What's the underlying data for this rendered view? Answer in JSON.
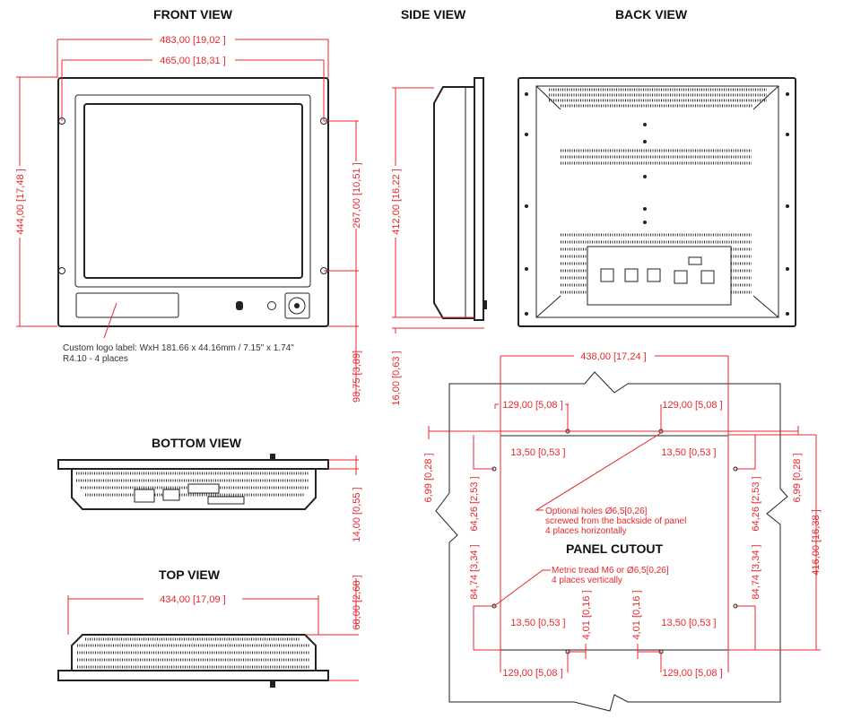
{
  "titles": {
    "front": "FRONT VIEW",
    "side": "SIDE VIEW",
    "back": "BACK VIEW",
    "bottom": "BOTTOM VIEW",
    "top": "TOP VIEW",
    "cutout": "PANEL CUTOUT"
  },
  "front": {
    "width_outer": "483,00 [19,02 ]",
    "width_holes": "465,00 [18,31 ]",
    "height": "444,00 [17,48 ]",
    "hole_spacing": "267,00 [10,51 ]",
    "hole_offset": "98,75 [3,89]",
    "note_line1": "Custom logo label: WxH 181.66 x 44.16mm / 7.15\" x 1.74\"",
    "note_line2": "R4.10 - 4 places"
  },
  "side": {
    "height": "412,00 [16,22 ]",
    "plate": "16,00 [0,63 ]"
  },
  "bottom": {
    "depth": "14,00 [0,55 ]"
  },
  "top": {
    "width": "434,00 [17,09 ]",
    "depth": "68,00 [2,68 ]"
  },
  "cutout": {
    "width": "438,00 [17,24 ]",
    "height": "416,00 [16,38 ]",
    "h_hole": "129,00 [5,08 ]",
    "v_inset": "13,50 [0,53 ]",
    "edge": "6,99 [0,28 ]",
    "v1": "64,26 [2,53 ]",
    "v2": "84,74 [3,34 ]",
    "bottom_offset": "4,01 [0,16 ]",
    "note1_line1": "Optional holes Ø6,5[0,26]",
    "note1_line2": "screwed from the backside of panel",
    "note1_line3": "4 places horizontally",
    "note2_line1": "Metric tread M6 or Ø6,5[0,26]",
    "note2_line2": "4 places vertically"
  }
}
